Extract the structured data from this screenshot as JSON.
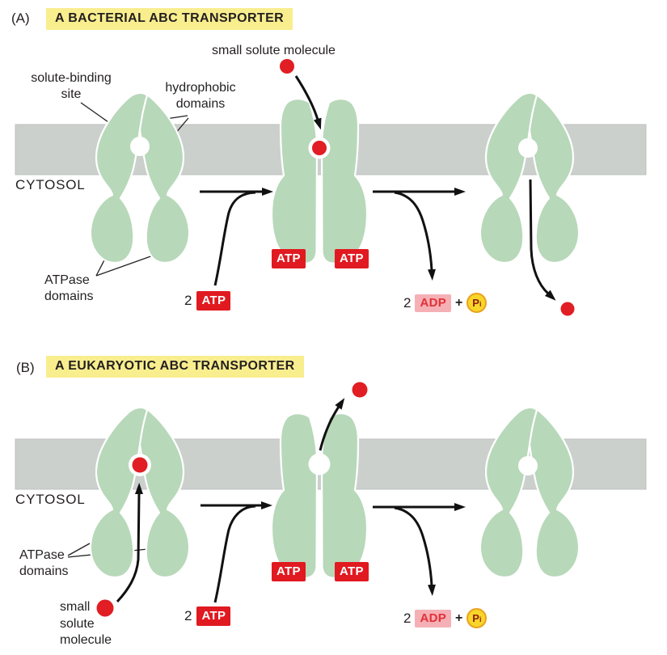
{
  "colors": {
    "transporter_green": "#b7d8b9",
    "membrane_gray": "#ccd0cd",
    "solute_red": "#e11e23",
    "atp_red": "#e01a20",
    "adp_pink": "#f5b0b5",
    "adp_text_red": "#e23038",
    "pi_yellow": "#f7d629",
    "pi_border_orange": "#eaa21e",
    "highlight_yellow": "#f9ee8e",
    "text_dark": "#231f20"
  },
  "panelA": {
    "tag": "(A)",
    "title": "A BACTERIAL ABC TRANSPORTER",
    "small_solute_label": "small solute molecule",
    "solute_binding_label": [
      "solute-binding",
      "site"
    ],
    "hydrophobic_label": [
      "hydrophobic",
      "domains"
    ],
    "cytosol": "CYTOSOL",
    "atpase_label": [
      "ATPase",
      "domains"
    ],
    "atp_in": {
      "count": "2",
      "label": "ATP"
    },
    "atp_bound": [
      "ATP",
      "ATP"
    ],
    "products": {
      "count": "2",
      "adp": "ADP",
      "plus": "+",
      "pi": "P",
      "pi_sub": "i"
    }
  },
  "panelB": {
    "tag": "(B)",
    "title": "A EUKARYOTIC ABC TRANSPORTER",
    "cytosol": "CYTOSOL",
    "atpase_label": [
      "ATPase",
      "domains"
    ],
    "small_solute_label": [
      "small",
      "solute",
      "molecule"
    ],
    "atp_in": {
      "count": "2",
      "label": "ATP"
    },
    "atp_bound": [
      "ATP",
      "ATP"
    ],
    "products": {
      "count": "2",
      "adp": "ADP",
      "plus": "+",
      "pi": "P",
      "pi_sub": "i"
    }
  }
}
